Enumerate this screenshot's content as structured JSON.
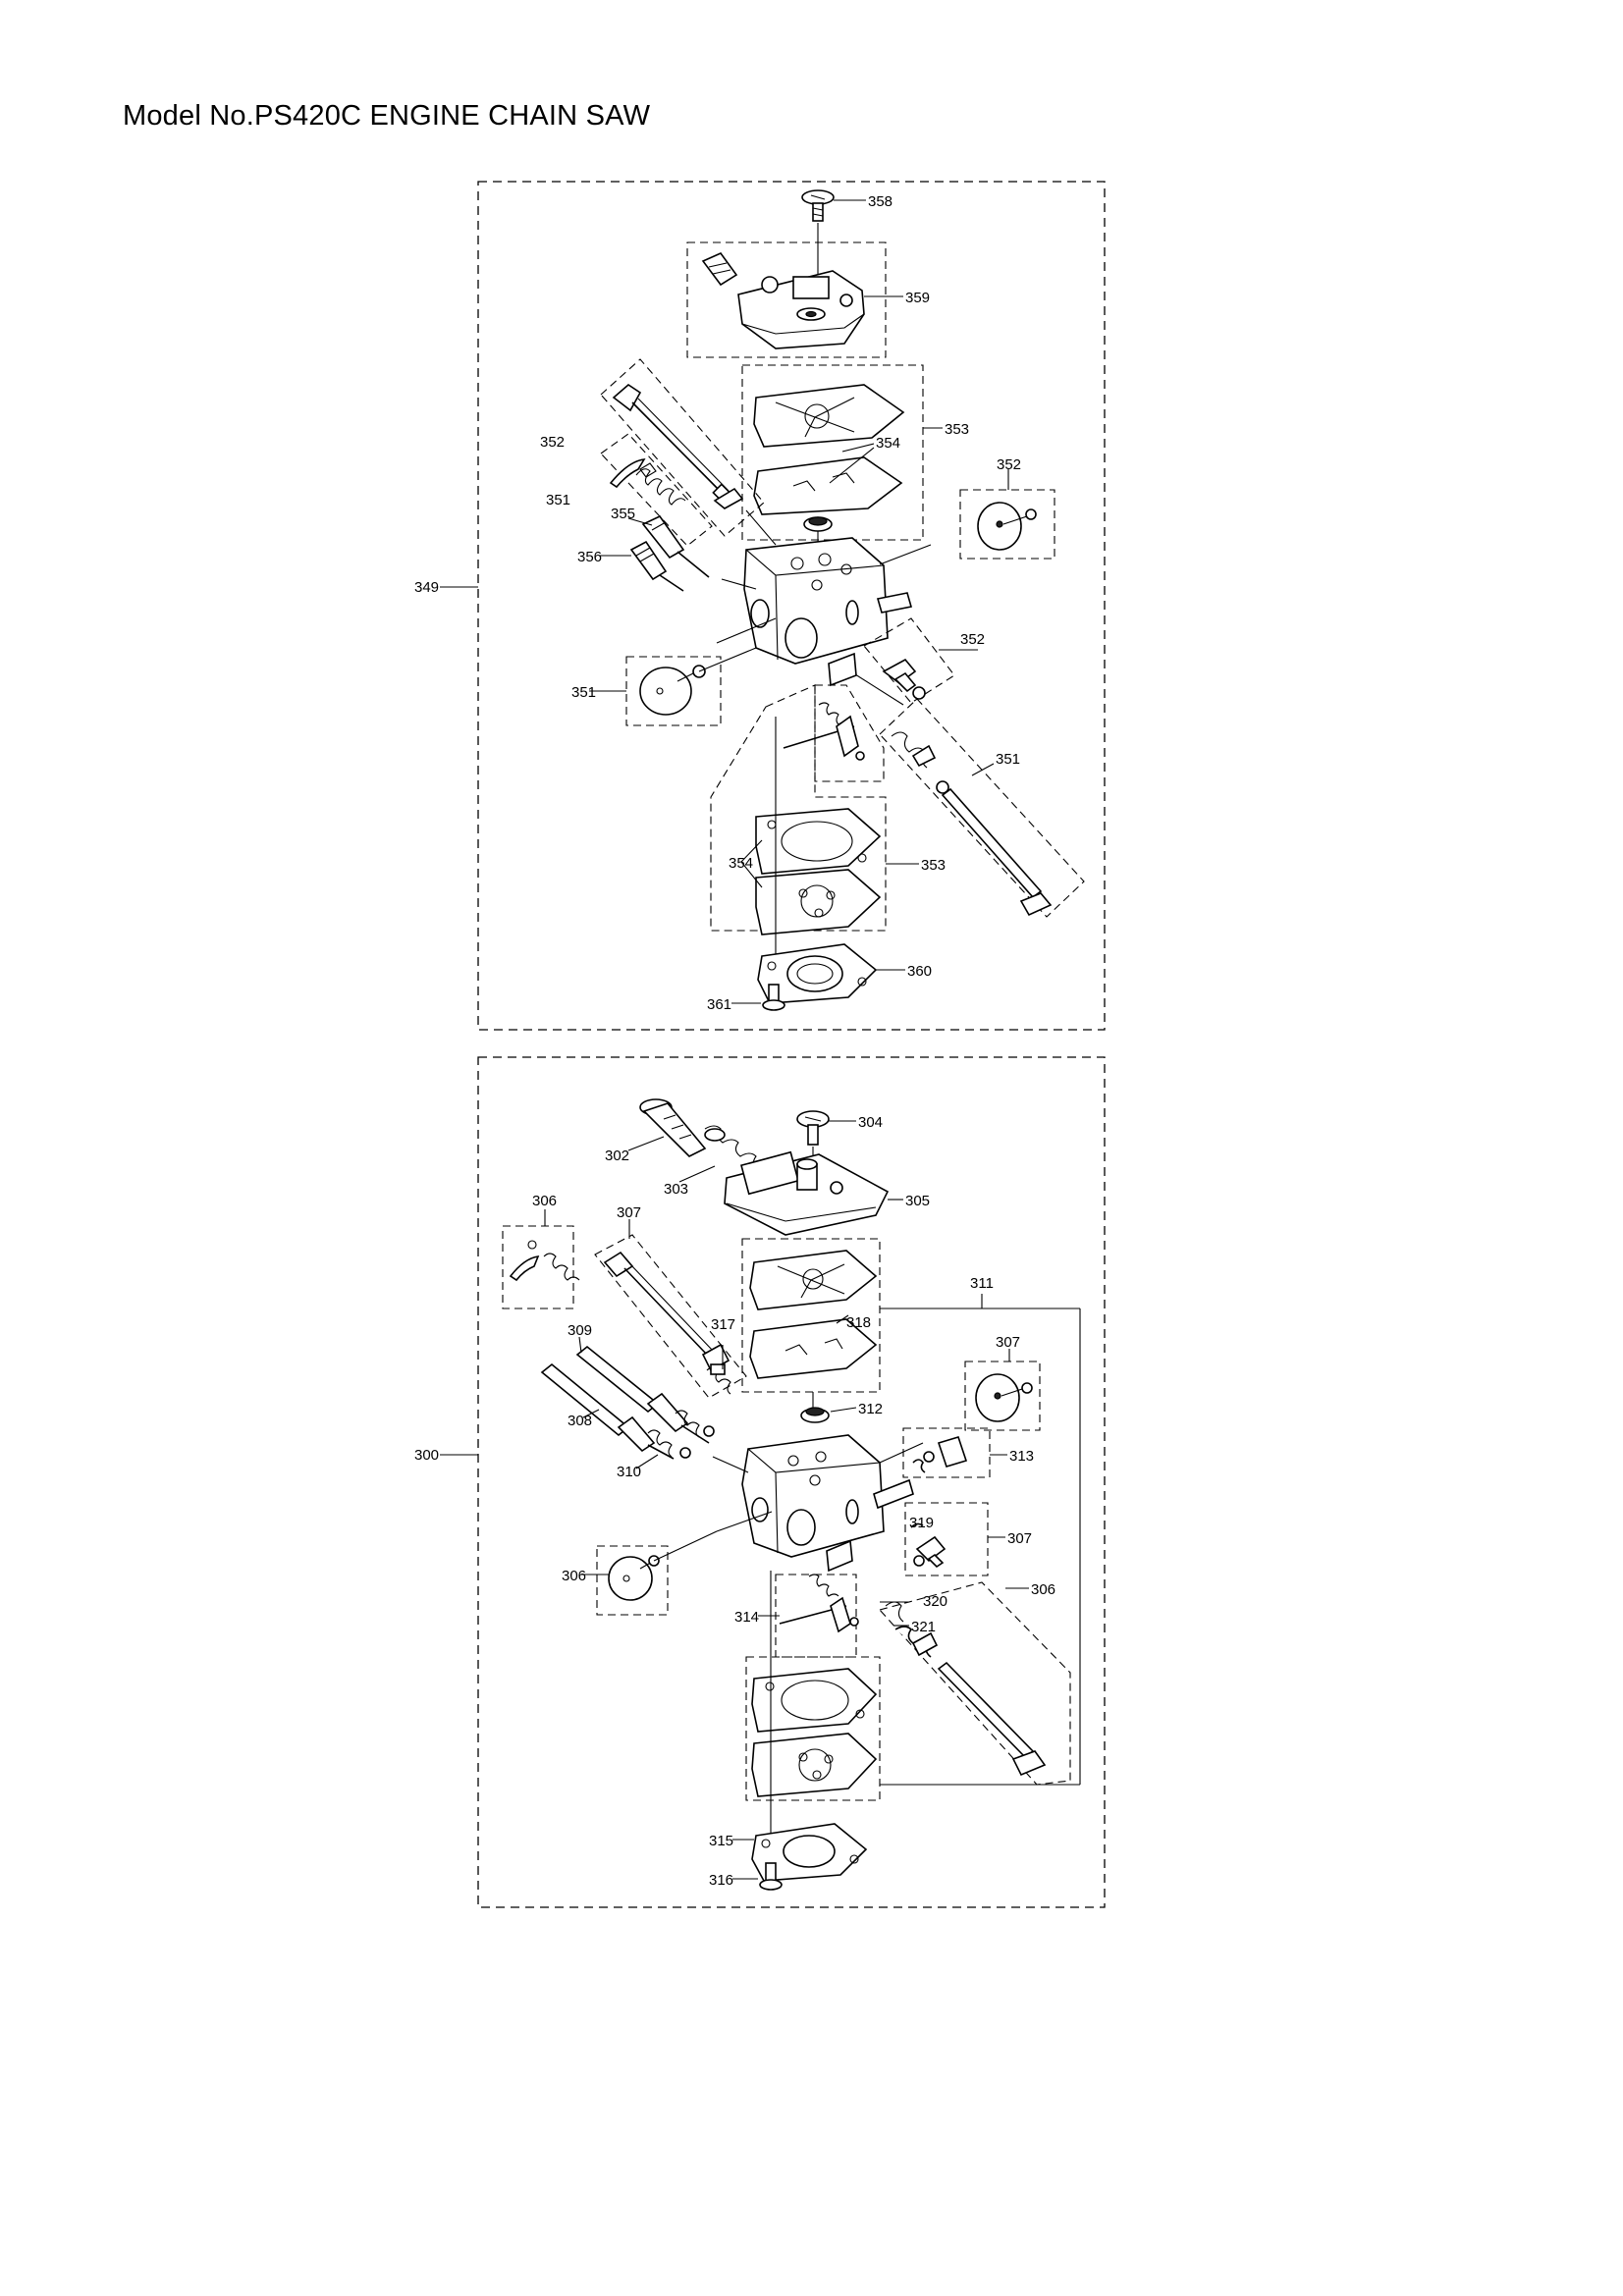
{
  "page": {
    "title": "Model No.PS420C ENGINE CHAIN SAW"
  },
  "upper_assembly": {
    "assembly_number": "349",
    "labels": {
      "l358": "358",
      "l359": "359",
      "l353a": "353",
      "l354a": "354",
      "l352a": "352",
      "l351a": "351",
      "l355": "355",
      "l356": "356",
      "l352b": "352",
      "l352c": "352",
      "l351b": "351",
      "l351c": "351",
      "l354b": "354",
      "l353b": "353",
      "l360": "360",
      "l361": "361"
    }
  },
  "lower_assembly": {
    "assembly_number": "300",
    "labels": {
      "l302": "302",
      "l303": "303",
      "l304": "304",
      "l305": "305",
      "l306a": "306",
      "l307a": "307",
      "l311": "311",
      "l317": "317",
      "l318": "318",
      "l309": "309",
      "l307b": "307",
      "l308": "308",
      "l312": "312",
      "l313": "313",
      "l310": "310",
      "l319": "319",
      "l307c": "307",
      "l306b": "306",
      "l320": "320",
      "l306c": "306",
      "l314": "314",
      "l321": "321",
      "l315": "315",
      "l316": "316"
    }
  }
}
